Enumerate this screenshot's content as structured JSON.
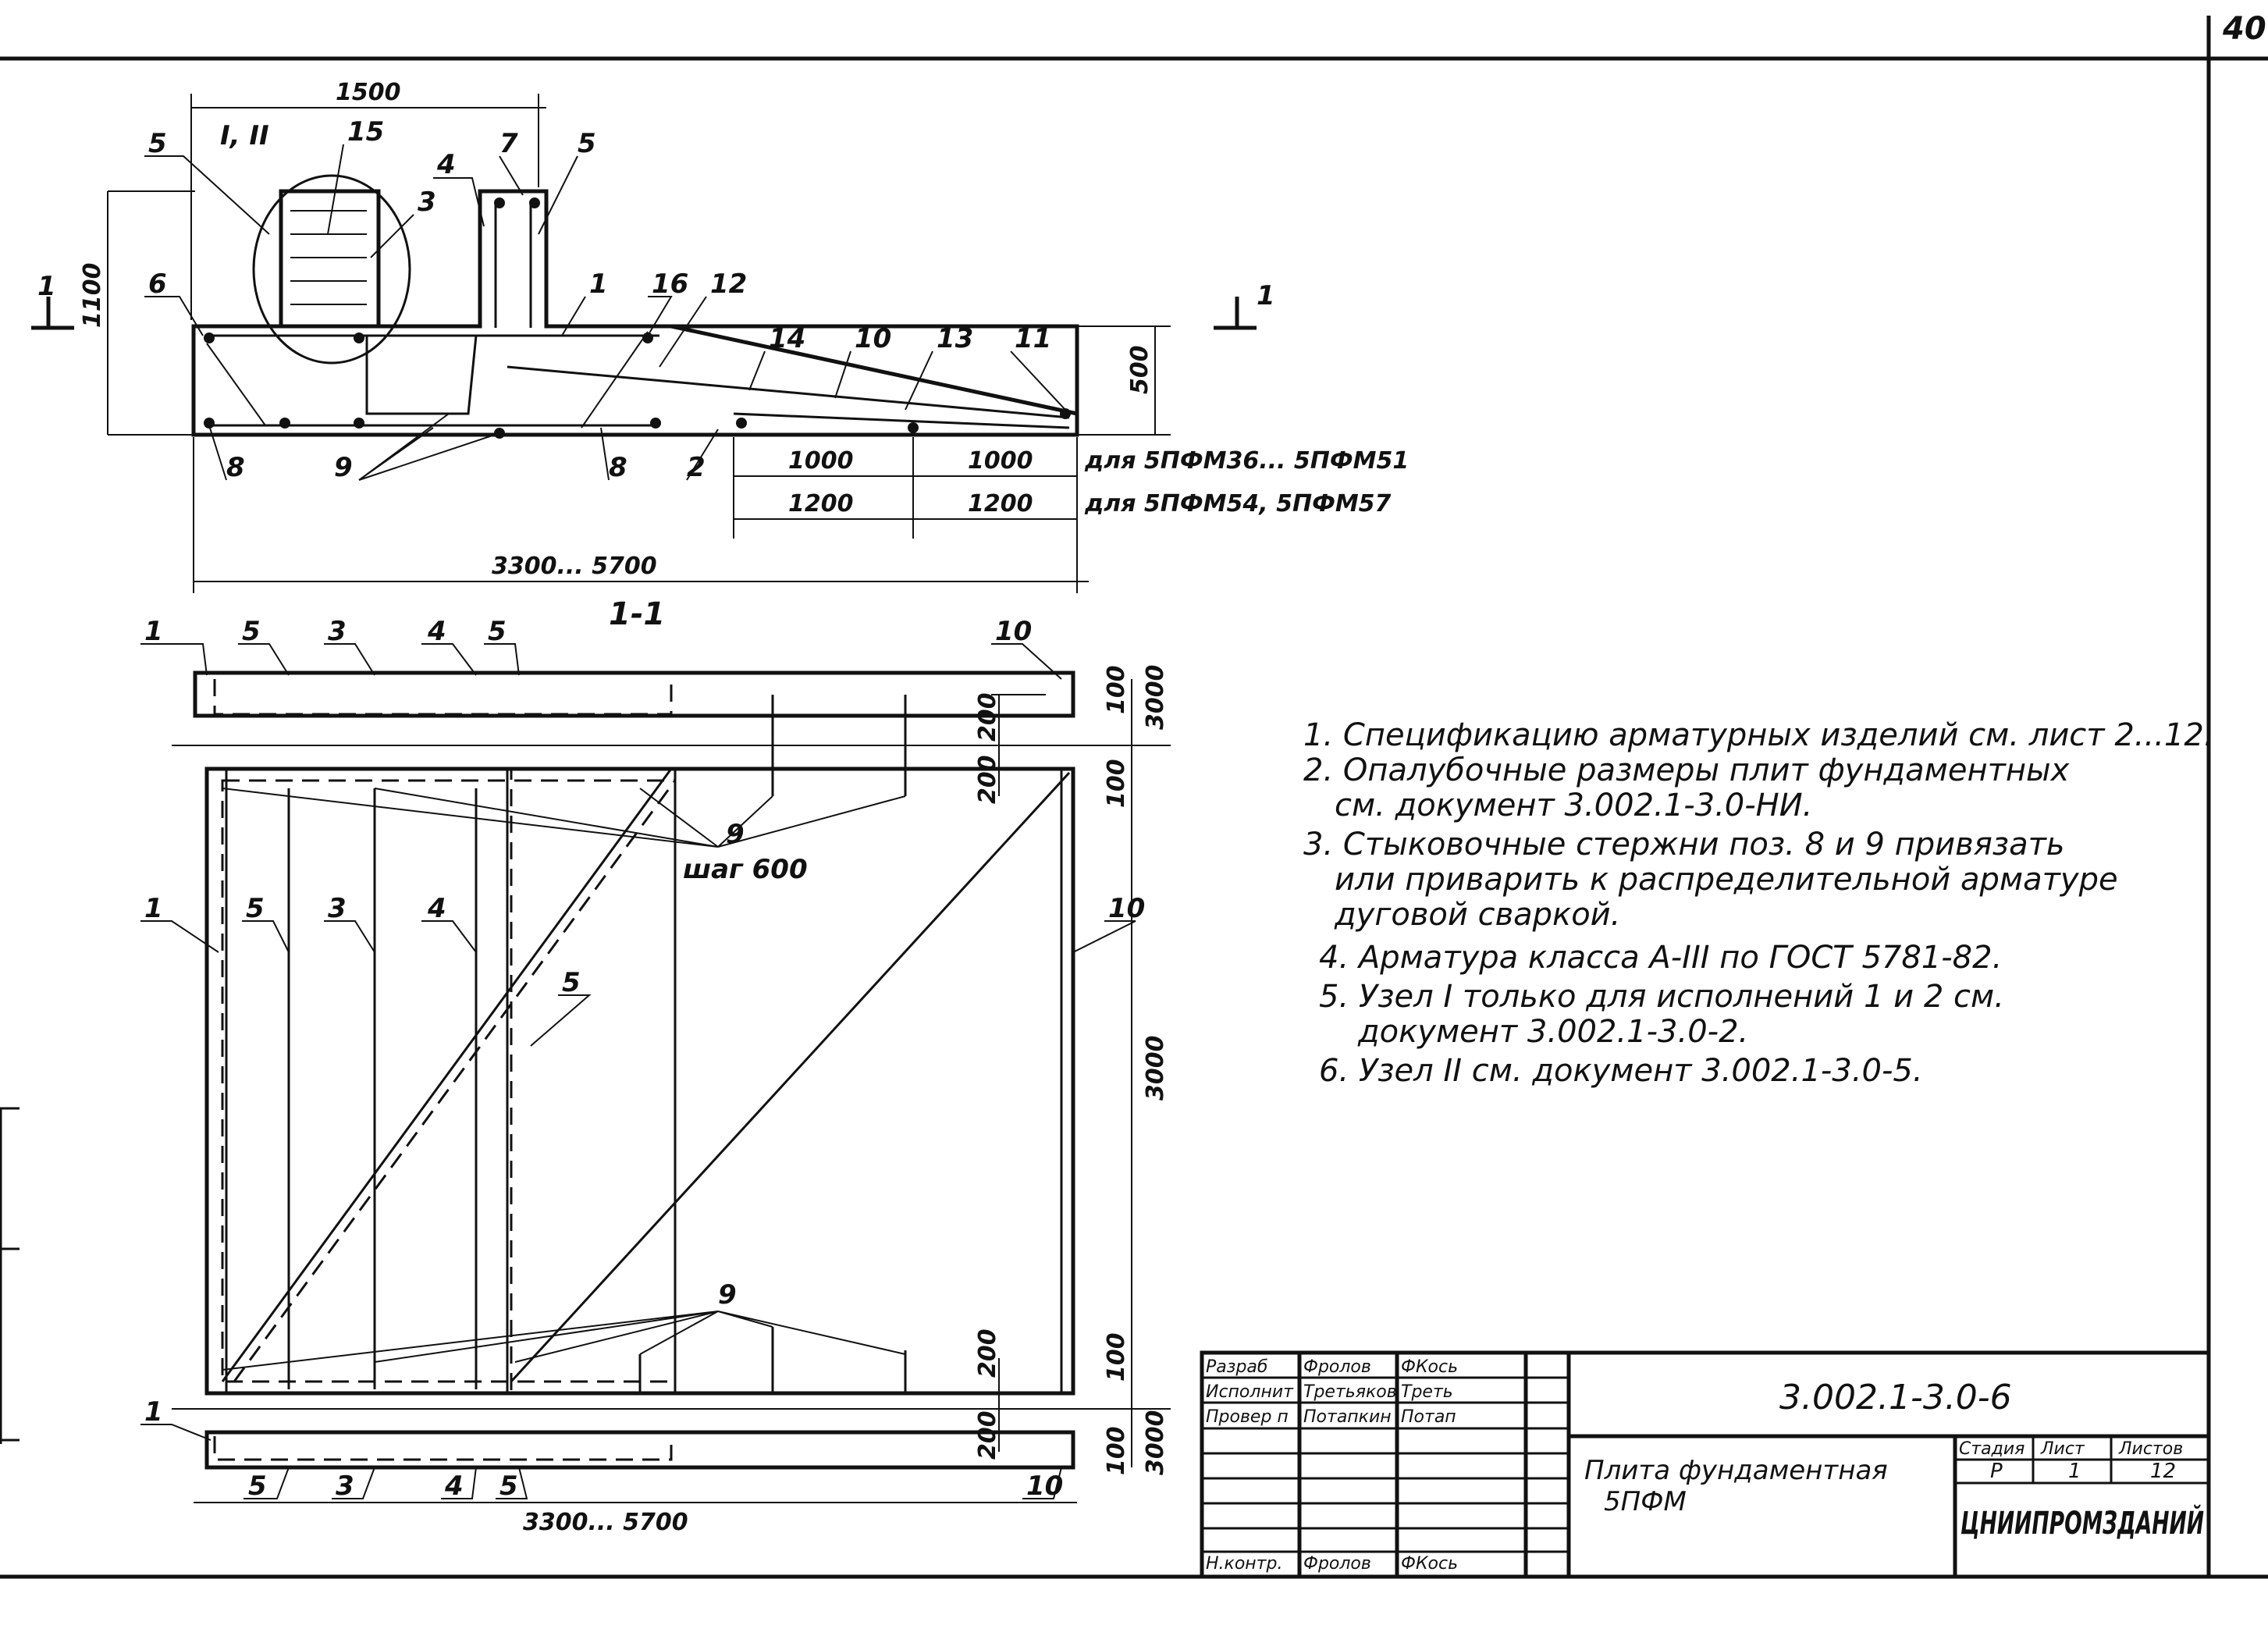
{
  "sheet": {
    "page_number": "40"
  },
  "section_view": {
    "section_mark": "1",
    "section_title": "1-1",
    "node_labels": "I, II",
    "dim_width_top": "1500",
    "dim_height": "1100",
    "dim_slab_thickness": "500",
    "dim_total": "3300... 5700",
    "step_row1_a": "1000",
    "step_row1_b": "1000",
    "step_row1_note": "для 5ПФМ36... 5ПФМ51",
    "step_row2_a": "1200",
    "step_row2_b": "1200",
    "step_row2_note": "для 5ПФМ54, 5ПФМ57",
    "positions": [
      "5",
      "15",
      "3",
      "4",
      "7",
      "5",
      "6",
      "1",
      "16",
      "12",
      "14",
      "10",
      "13",
      "11",
      "8",
      "9",
      "8",
      "2"
    ]
  },
  "plan_view": {
    "top_positions": [
      "1",
      "5",
      "3",
      "4",
      "5",
      "10"
    ],
    "mid_positions": [
      "1",
      "5",
      "3",
      "4",
      "5",
      "10"
    ],
    "bottom_positions": [
      "1",
      "5",
      "3",
      "4",
      "5",
      "10"
    ],
    "pos_9_top": "9",
    "pitch_label": "шаг 600",
    "pos_9_bottom": "9",
    "dim_3000_top": "3000",
    "dim_3000_mid": "3000",
    "dim_3000_bottom": "3000",
    "dim_100": "100",
    "dim_200": "200",
    "dim_total": "3300... 5700"
  },
  "notes": [
    "1. Спецификацию арматурных изделий см. лист 2...12.",
    "2. Опалубочные размеры плит фундаментных",
    "см. документ 3.002.1-3.0-НИ.",
    "3. Стыковочные стержни поз. 8 и 9 привязать",
    "или приварить к распределительной арматуре",
    "дуговой сваркой.",
    "4. Арматура класса А-III по ГОСТ 5781-82.",
    "5. Узел I только для исполнений 1 и 2 см.",
    "документ 3.002.1-3.0-2.",
    "6. Узел II см. документ 3.002.1-3.0-5."
  ],
  "title_block": {
    "rows": [
      {
        "role": "Разраб",
        "name": "Фролов",
        "sign": "ФКось"
      },
      {
        "role": "Исполнит",
        "name": "Третьяков",
        "sign": "Треть"
      },
      {
        "role": "Провер п",
        "name": "Потапкин",
        "sign": "Потап"
      },
      {
        "role": "Н.контр.",
        "name": "Фролов",
        "sign": "ФКось"
      }
    ],
    "doc_code": "3.002.1-3.0-6",
    "title_line1": "Плита фундаментная",
    "title_line2": "5ПФМ",
    "stage_label": "Стадия",
    "sheet_label": "Лист",
    "sheets_label": "Листов",
    "stage": "Р",
    "sheet": "1",
    "sheets": "12",
    "org": "ЦНИИПРОМЗДАНИЙ"
  }
}
